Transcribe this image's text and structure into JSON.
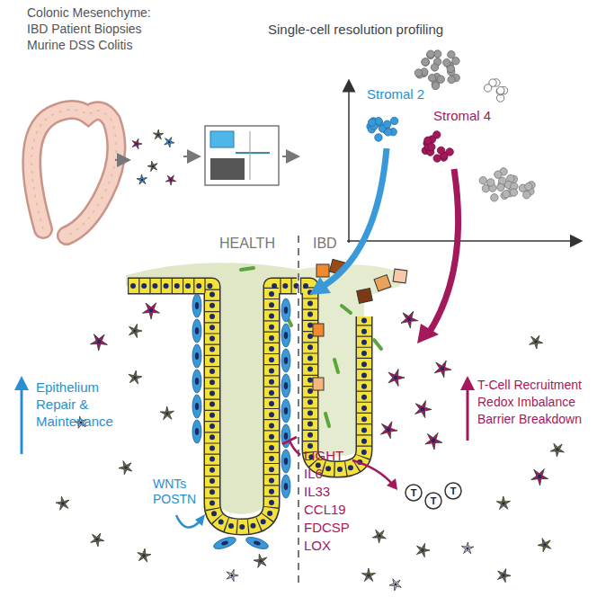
{
  "diagram": {
    "labels": [
      "Colonic Mesenchyme:",
      "IBD Patient Biopsies",
      "Murine DSS Colitis",
      "Single-cell resolution profiling",
      "Stromal 2",
      "Stromal 4",
      "HEALTH",
      "IBD",
      "Epithelium",
      "Repair &",
      "Maintenance",
      "WNTs",
      "POSTN",
      "T-Cell Recruitment",
      "Redox Imbalance",
      "Barrier Breakdown",
      "LIGHT",
      "IL6",
      "IL33",
      "CCL19",
      "FDCSP",
      "LOX",
      "T",
      "T",
      "T"
    ]
  }
}
